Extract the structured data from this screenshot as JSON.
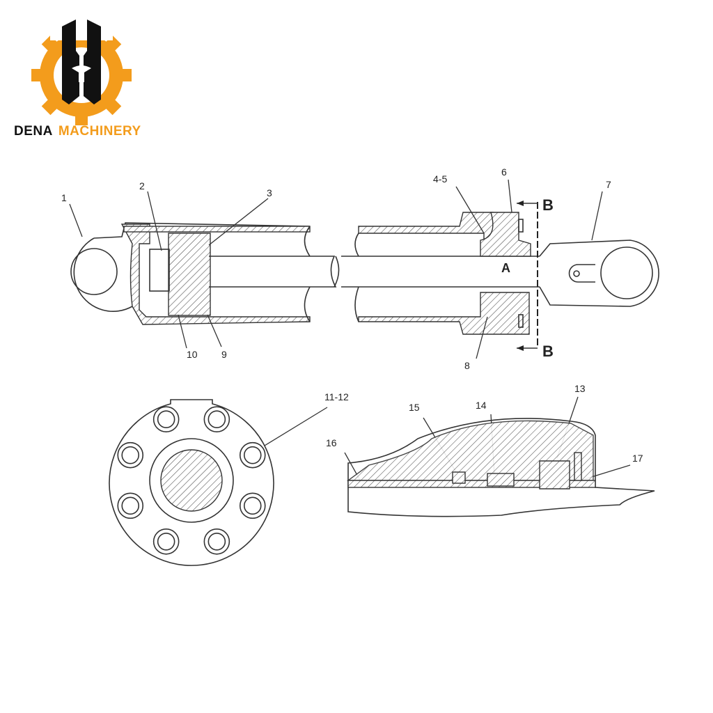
{
  "logo": {
    "brand_dark": "DENA",
    "brand_accent": "MACHINERY",
    "accent_color": "#f39c1c",
    "dark_color": "#111111"
  },
  "diagram": {
    "part_labels": {
      "p1": "1",
      "p2": "2",
      "p3": "3",
      "p4_5": "4-5",
      "p6": "6",
      "p7": "7",
      "p8": "8",
      "p9": "9",
      "p10": "10",
      "p11_12": "11-12",
      "p13": "13",
      "p14": "14",
      "p15": "15",
      "p16": "16",
      "p17": "17"
    },
    "section_marks": {
      "a": "A",
      "b_top": "B",
      "b_bottom": "B"
    }
  }
}
